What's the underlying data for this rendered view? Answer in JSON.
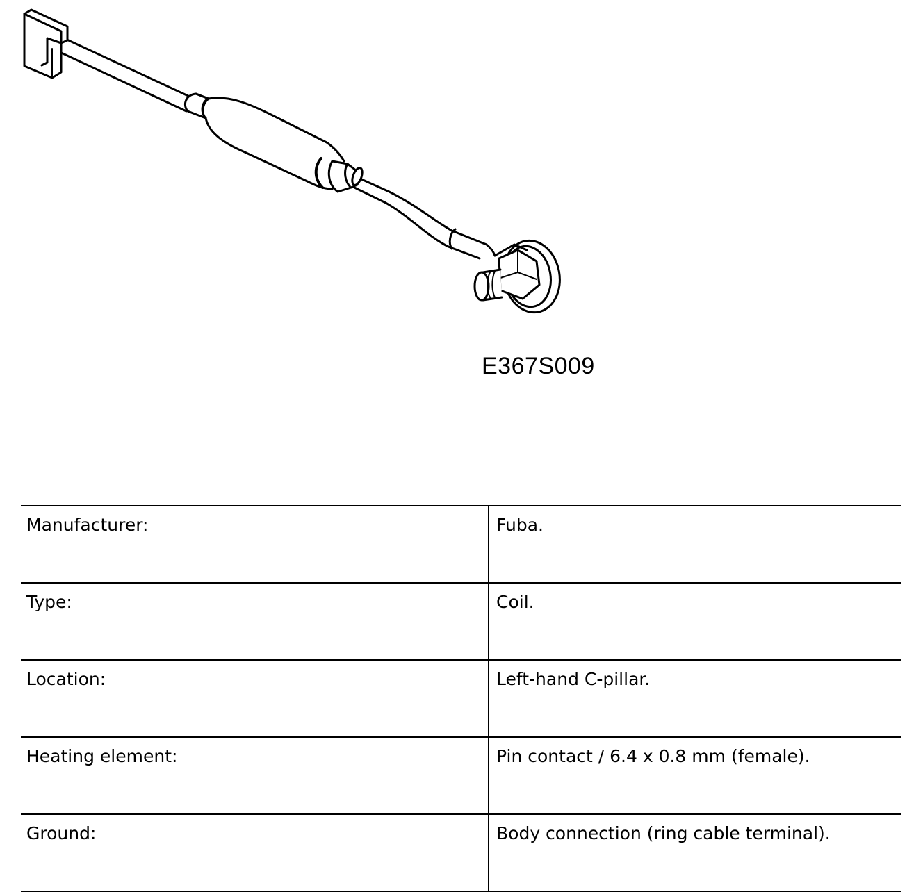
{
  "figure": {
    "code": "E367S009",
    "icons": [
      "connector-block-icon",
      "coil-suppressor-icon",
      "ring-terminal-icon"
    ]
  },
  "table": {
    "rows": [
      {
        "label": "Manufacturer:",
        "value": "Fuba."
      },
      {
        "label": "Type:",
        "value": "Coil."
      },
      {
        "label": "Location:",
        "value": "Left-hand C-pillar."
      },
      {
        "label": "Heating element:",
        "value": "Pin contact / 6.4 x 0.8 mm (female)."
      },
      {
        "label": "Ground:",
        "value": "Body connection (ring cable terminal)."
      }
    ]
  },
  "colors": {
    "ink": "#000000",
    "paper": "#ffffff"
  }
}
